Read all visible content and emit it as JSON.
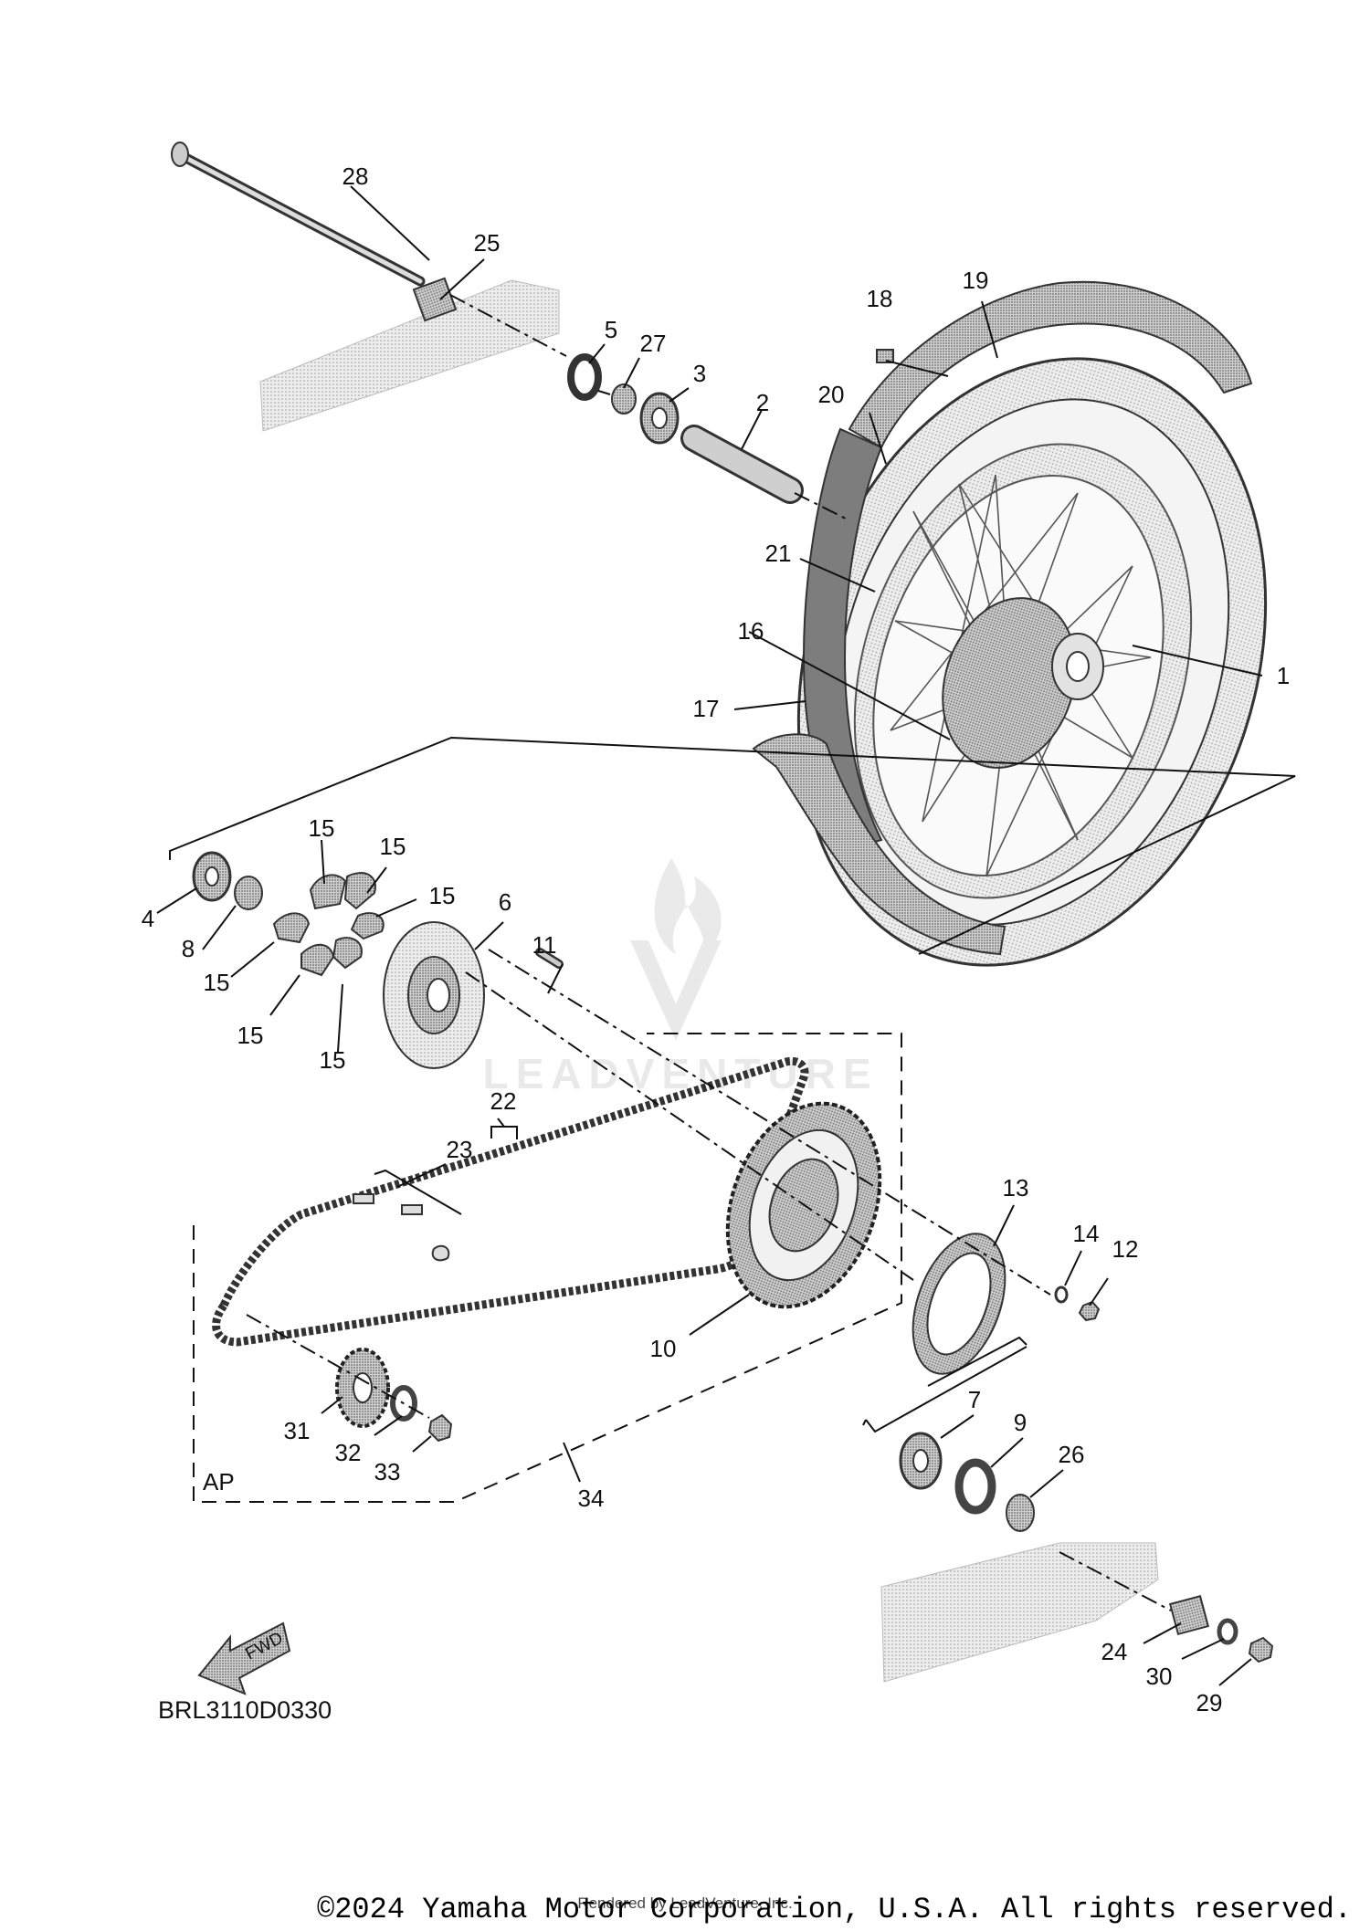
{
  "diagram": {
    "code": "BRL3110D0330",
    "group_label": "AP",
    "fwd_label": "FWD",
    "watermark": "LEADVENTURE",
    "copyright": "©2024 Yamaha Motor Corporation, U.S.A. All rights reserved.",
    "rendered_by": "Rendered by LeadVenture, Inc."
  },
  "callouts": [
    "28",
    "25",
    "5",
    "27",
    "3",
    "2",
    "18",
    "19",
    "20",
    "21",
    "16",
    "1",
    "17",
    "15",
    "15",
    "15",
    "15",
    "15",
    "15",
    "4",
    "8",
    "6",
    "11",
    "22",
    "23",
    "13",
    "14",
    "12",
    "10",
    "7",
    "9",
    "26",
    "31",
    "32",
    "33",
    "34",
    "24",
    "30",
    "29"
  ]
}
